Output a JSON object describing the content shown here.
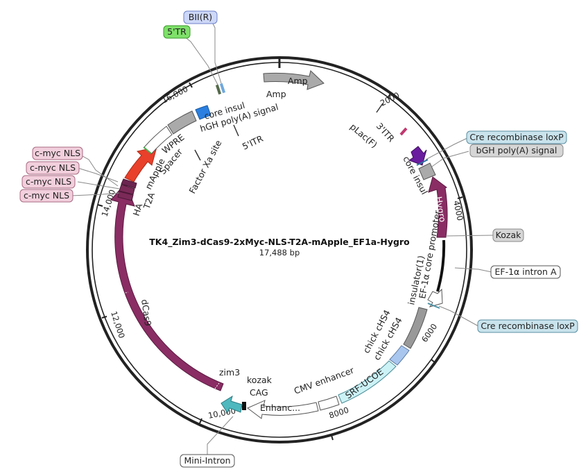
{
  "title": "TK4_Zim3-dCas9-2xMyc-NLS-T2A-mApple_EF1a-Hygro",
  "length": "17,488 bp",
  "ticks": [
    "2000",
    "4000",
    "6000",
    "8000",
    "10,000",
    "12,000",
    "14,000",
    "16,000"
  ],
  "boxed_labels": {
    "bii_r": "BII(R)",
    "tr5": "5'TR",
    "cmyc1": "c-myc NLS",
    "cmyc2": "c-myc NLS",
    "cmyc3": "c-myc NLS",
    "cmyc4": "c-myc NLS",
    "cre_loxp_top": "Cre recombinase loxP",
    "bgh_right": "bGH poly(A) signal",
    "kozak_right": "Kozak",
    "ef1a_intron": "EF-1α intron A",
    "cre_loxp_bottom": "Cre recombinase loxP",
    "mini_intron": "Mini-Intron"
  },
  "features": {
    "amp": "Amp",
    "hygro": "Hygro",
    "srf_ucoe": "SRF-UCOE",
    "enhanc": "Enhanc..."
  },
  "inner_labels": {
    "amp": "Amp",
    "core_insul_top": "core insul",
    "hgh_polya": "hGH poly(A) signal",
    "wpre": "WPRE",
    "spacer": "Spacer",
    "mapple": "mApple",
    "t2a": "T2A",
    "ha": "HA",
    "factor_xa": "Factor Xa site",
    "itr5": "5'ITR",
    "plac": "pLac(F)",
    "itr3": "3'ITR",
    "core_insul_right": "core insul",
    "ef1a_core": "EF-1α core promoter",
    "insulator1": "insulator(1)",
    "chick_chs4_a": "chick cHS4",
    "chick_chs4_b": "chick cHS4",
    "cmv_enhancer": "CMV enhancer",
    "cag": "CAG",
    "kozak": "kozak",
    "zim3": "zim3",
    "dcas9": "dCas9"
  }
}
